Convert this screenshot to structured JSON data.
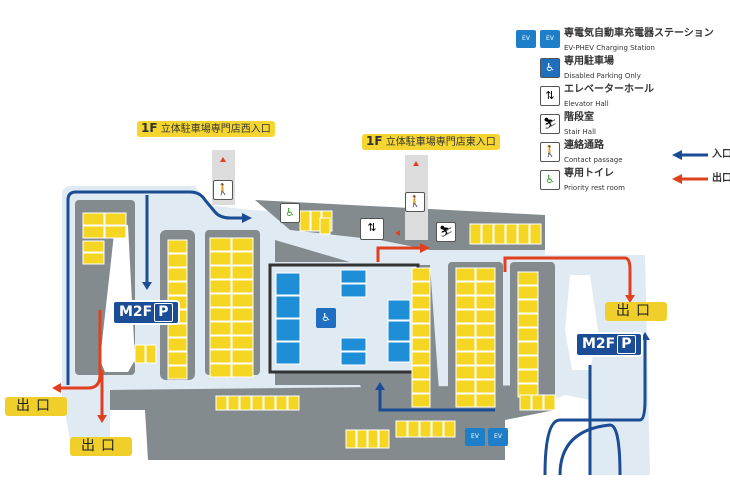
{
  "legend": {
    "items": [
      {
        "icon": "ev-charger-icon",
        "label": "専電気自動車充電器ステーション",
        "sub": "EV-PHEV Charging Station",
        "glyph": "EV"
      },
      {
        "icon": "wheelchair-icon",
        "label": "専用駐車場",
        "sub": "Disabled Parking Only",
        "glyph": "♿"
      },
      {
        "icon": "elevator-icon",
        "label": "エレベーターホール",
        "sub": "Elevator Hall",
        "glyph": "⇅"
      },
      {
        "icon": "stairs-icon",
        "label": "階段室",
        "sub": "Stair Hall",
        "glyph": "⛷"
      },
      {
        "icon": "walking-people-icon",
        "label": "連絡通路",
        "sub": "Contact passage",
        "glyph": "🚶"
      },
      {
        "icon": "accessible-toilet-icon",
        "label": "専用トイレ",
        "sub": "Priority rest room",
        "glyph": "♿"
      }
    ],
    "entrance": "入口",
    "exit": "出口"
  },
  "labels": {
    "west_entrance_floor": "1F",
    "west_entrance": "立体駐車場専門店西入口",
    "east_entrance_floor": "1F",
    "east_entrance": "立体駐車場専門店東入口",
    "exits": [
      "出口",
      "出口",
      "出口"
    ],
    "m2f": [
      "M2F",
      "M2F"
    ],
    "parking_p": "P"
  },
  "colors": {
    "road": "#dfeaf2",
    "block": "#838b8f",
    "space": "#f5d623",
    "disabled": "#1e8fd6",
    "entry_arrow": "#1b4d96",
    "exit_arrow": "#e0401f"
  }
}
